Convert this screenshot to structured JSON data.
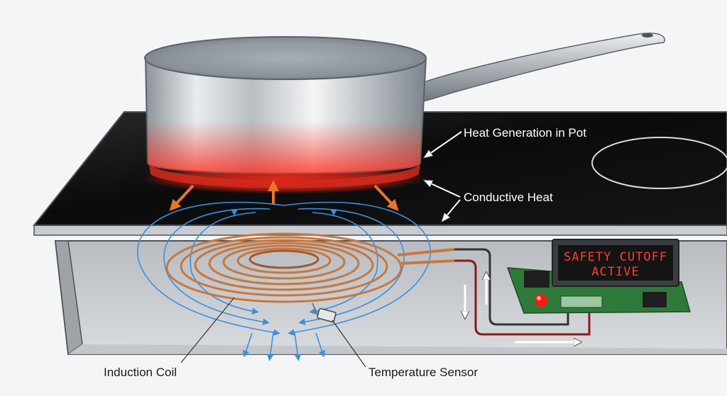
{
  "labels": {
    "heat_generation": "Heat Generation in Pot",
    "conductive_heat": "Conductive Heat",
    "induction_coil": "Induction Coil",
    "temperature_sensor": "Temperature Sensor"
  },
  "display": {
    "line1": "SAFETY CUTOFF",
    "line2": "ACTIVE"
  },
  "colors": {
    "field_lines": "#3b8fe0",
    "heat_glow": "#ff2a1a",
    "heat_arrows": "#e8742a",
    "copper": "#c8773f",
    "display_text": "#ff3b2f",
    "circuit_board": "#2f7a3a",
    "cooktop_glass": "#111111"
  }
}
